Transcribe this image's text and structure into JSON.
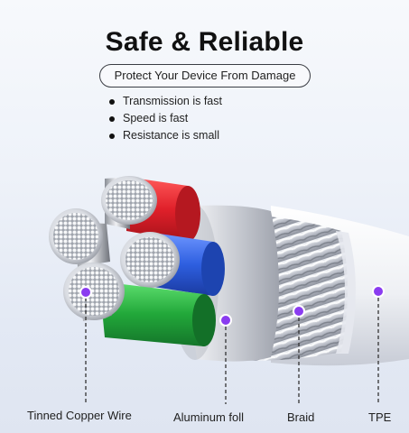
{
  "heading": {
    "title": "Safe & Reliable",
    "subtitle": "Protect Your Device From Damage"
  },
  "features": [
    "Transmission is fast",
    "Speed is fast",
    "Resistance is small"
  ],
  "layers": {
    "copper": "Tinned Copper Wire",
    "foil": "Aluminum foll",
    "braid": "Braid",
    "jacket": "TPE"
  },
  "colors": {
    "marker": "#8a3cf0",
    "red": "#e0202a",
    "blue": "#2e5fe0",
    "green": "#22a83a",
    "jacket": "#f4f5f8"
  }
}
